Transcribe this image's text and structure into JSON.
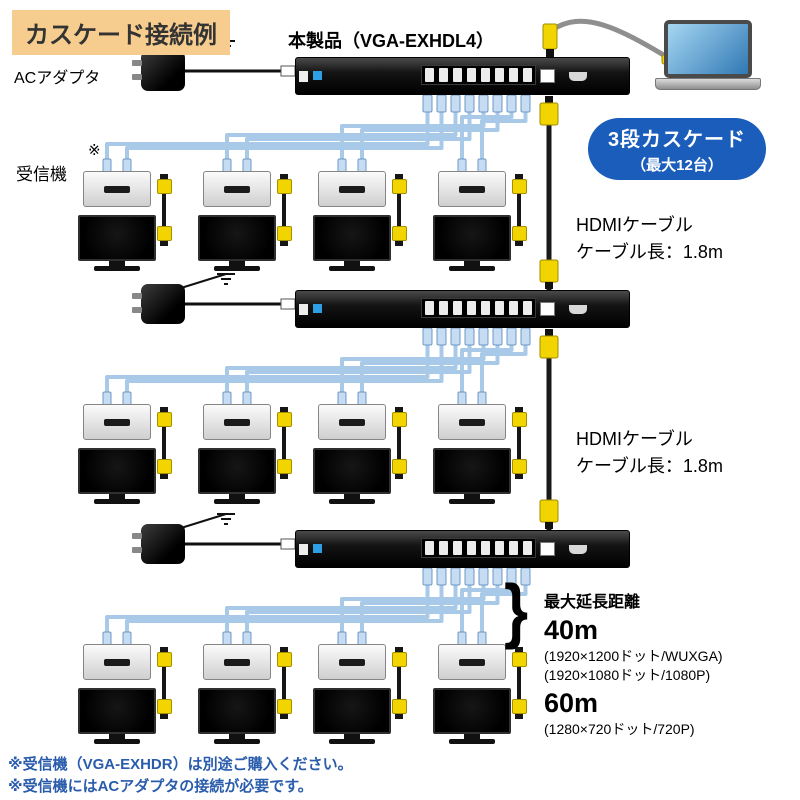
{
  "title": "カスケード接続例",
  "product_label": "本製品（VGA-EXHDL4）",
  "left_labels": {
    "ac_adapter": "ACアダプタ",
    "receiver_mark": "※",
    "receiver": "受信機"
  },
  "cascade_badge": {
    "line1": "3段カスケード",
    "line2": "（最大12台）"
  },
  "hdmi_cable_labels": [
    {
      "line1": "HDMIケーブル",
      "line2": "ケーブル長：1.8m"
    },
    {
      "line1": "HDMIケーブル",
      "line2": "ケーブル長：1.8m"
    }
  ],
  "distance_info": {
    "brace": "}",
    "title": "最大延長距離",
    "d1": "40m",
    "d1_res1": "(1920×1200ドット/WUXGA)",
    "d1_res2": "(1920×1080ドット/1080P)",
    "d2": "60m",
    "d2_res": "(1280×720ドット/720P)"
  },
  "footnotes": [
    "※受信機（VGA-EXHDR）は別途ご購入ください。",
    "※受信機にはACアダプタの接続が必要です。"
  ],
  "structure": {
    "cascade_levels": 3,
    "max_units": 12,
    "receivers_per_unit": 4,
    "lan_ports_per_unit": 8
  },
  "colors": {
    "title_bg": "#f6cd8e",
    "badge_bg": "#1b5dbb",
    "note_text": "#2a5cac",
    "hdmi_yellow": "#f2d500",
    "cable_blue": "#a9c9e9"
  }
}
